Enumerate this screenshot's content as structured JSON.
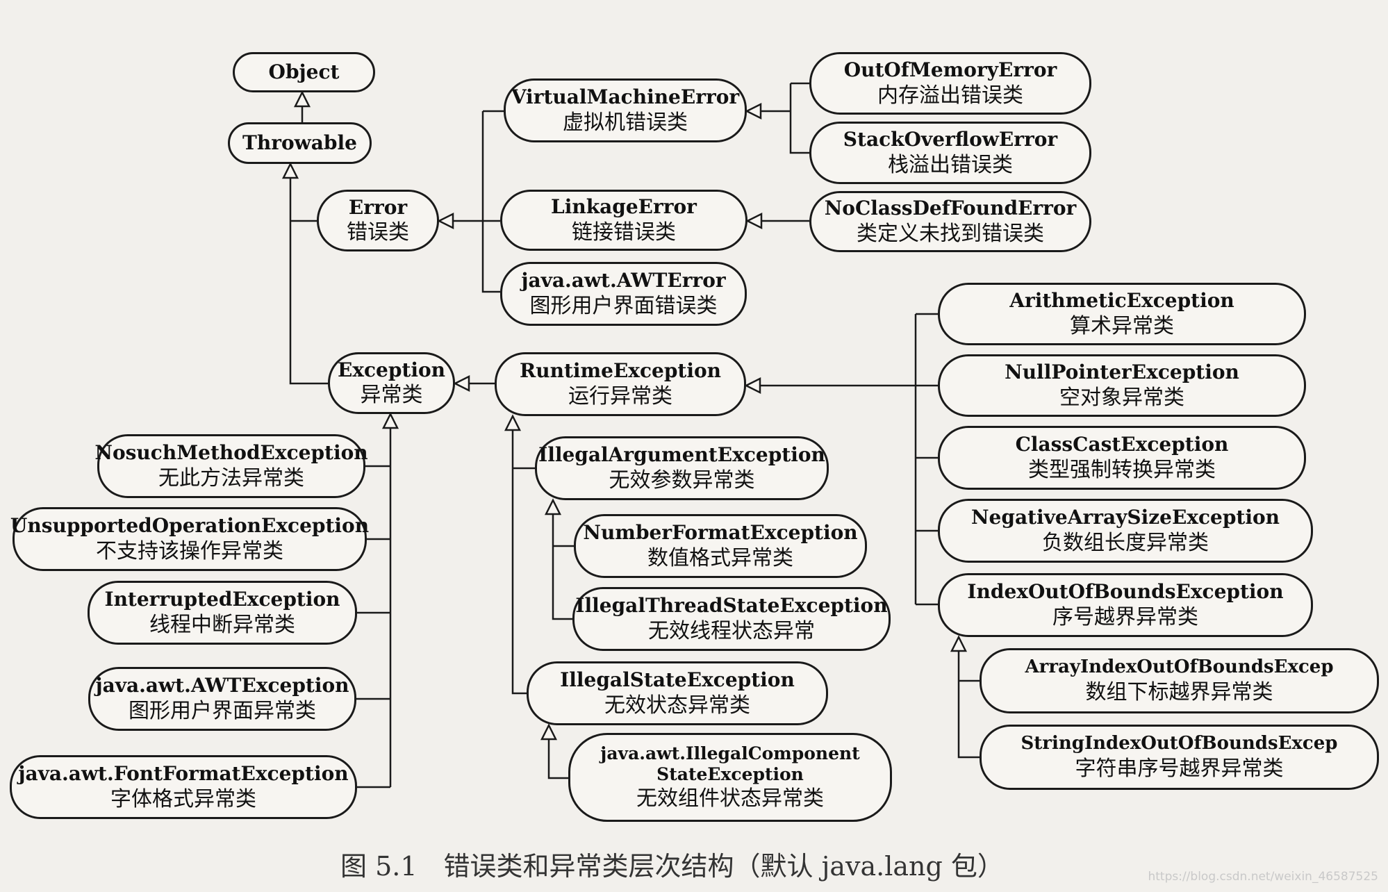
{
  "nodes": [
    {
      "id": "object",
      "en": "Object",
      "zh": ""
    },
    {
      "id": "throwable",
      "en": "Throwable",
      "zh": ""
    },
    {
      "id": "error",
      "en": "Error",
      "zh": "错误类"
    },
    {
      "id": "vm_error",
      "en": "VirtualMachineError",
      "zh": "虚拟机错误类"
    },
    {
      "id": "oom_error",
      "en": "OutOfMemoryError",
      "zh": "内存溢出错误类"
    },
    {
      "id": "so_error",
      "en": "StackOverflowError",
      "zh": "栈溢出错误类"
    },
    {
      "id": "linkage_error",
      "en": "LinkageError",
      "zh": "链接错误类"
    },
    {
      "id": "ncdf_error",
      "en": "NoClassDefFoundError",
      "zh": "类定义未找到错误类"
    },
    {
      "id": "awt_error",
      "en": "java.awt.AWTError",
      "zh": "图形用户界面错误类"
    },
    {
      "id": "exception",
      "en": "Exception",
      "zh": "异常类"
    },
    {
      "id": "runtime_exception",
      "en": "RuntimeException",
      "zh": "运行异常类"
    },
    {
      "id": "arithmetic_exception",
      "en": "ArithmeticException",
      "zh": "算术异常类"
    },
    {
      "id": "npe",
      "en": "NullPointerException",
      "zh": "空对象异常类"
    },
    {
      "id": "cce",
      "en": "ClassCastException",
      "zh": "类型强制转换异常类"
    },
    {
      "id": "nase",
      "en": "NegativeArraySizeException",
      "zh": "负数组长度异常类"
    },
    {
      "id": "ioobe",
      "en": "IndexOutOfBoundsException",
      "zh": "序号越界异常类"
    },
    {
      "id": "aioobe",
      "en": "ArrayIndexOutOfBoundsExcep",
      "zh": "数组下标越界异常类"
    },
    {
      "id": "sioobe",
      "en": "StringIndexOutOfBoundsExcep",
      "zh": "字符串序号越界异常类"
    },
    {
      "id": "iae",
      "en": "IllegalArgumentException",
      "zh": "无效参数异常类"
    },
    {
      "id": "nfe",
      "en": "NumberFormatException",
      "zh": "数值格式异常类"
    },
    {
      "id": "itse",
      "en": "IllegalThreadStateException",
      "zh": "无效线程状态异常"
    },
    {
      "id": "ise",
      "en": "IllegalStateException",
      "zh": "无效状态异常类"
    },
    {
      "id": "icse",
      "en": "java.awt.IllegalComponent StateException",
      "zh": "无效组件状态异常类"
    },
    {
      "id": "nsme",
      "en": "NosuchMethodException",
      "zh": "无此方法异常类"
    },
    {
      "id": "uoe",
      "en": "UnsupportedOperationException",
      "zh": "不支持该操作异常类"
    },
    {
      "id": "ie",
      "en": "InterruptedException",
      "zh": "线程中断异常类"
    },
    {
      "id": "awt_exception",
      "en": "java.awt.AWTException",
      "zh": "图形用户界面异常类"
    },
    {
      "id": "ffe",
      "en": "java.awt.FontFormatException",
      "zh": "字体格式异常类"
    }
  ],
  "caption": "图 5.1　错误类和异常类层次结构（默认 java.lang 包）",
  "watermark": "https://blog.csdn.net/weixin_46587525",
  "colors": {
    "line": "#1a1a1a",
    "fill": "#f7f5f1",
    "background": "#f2f0ec"
  }
}
